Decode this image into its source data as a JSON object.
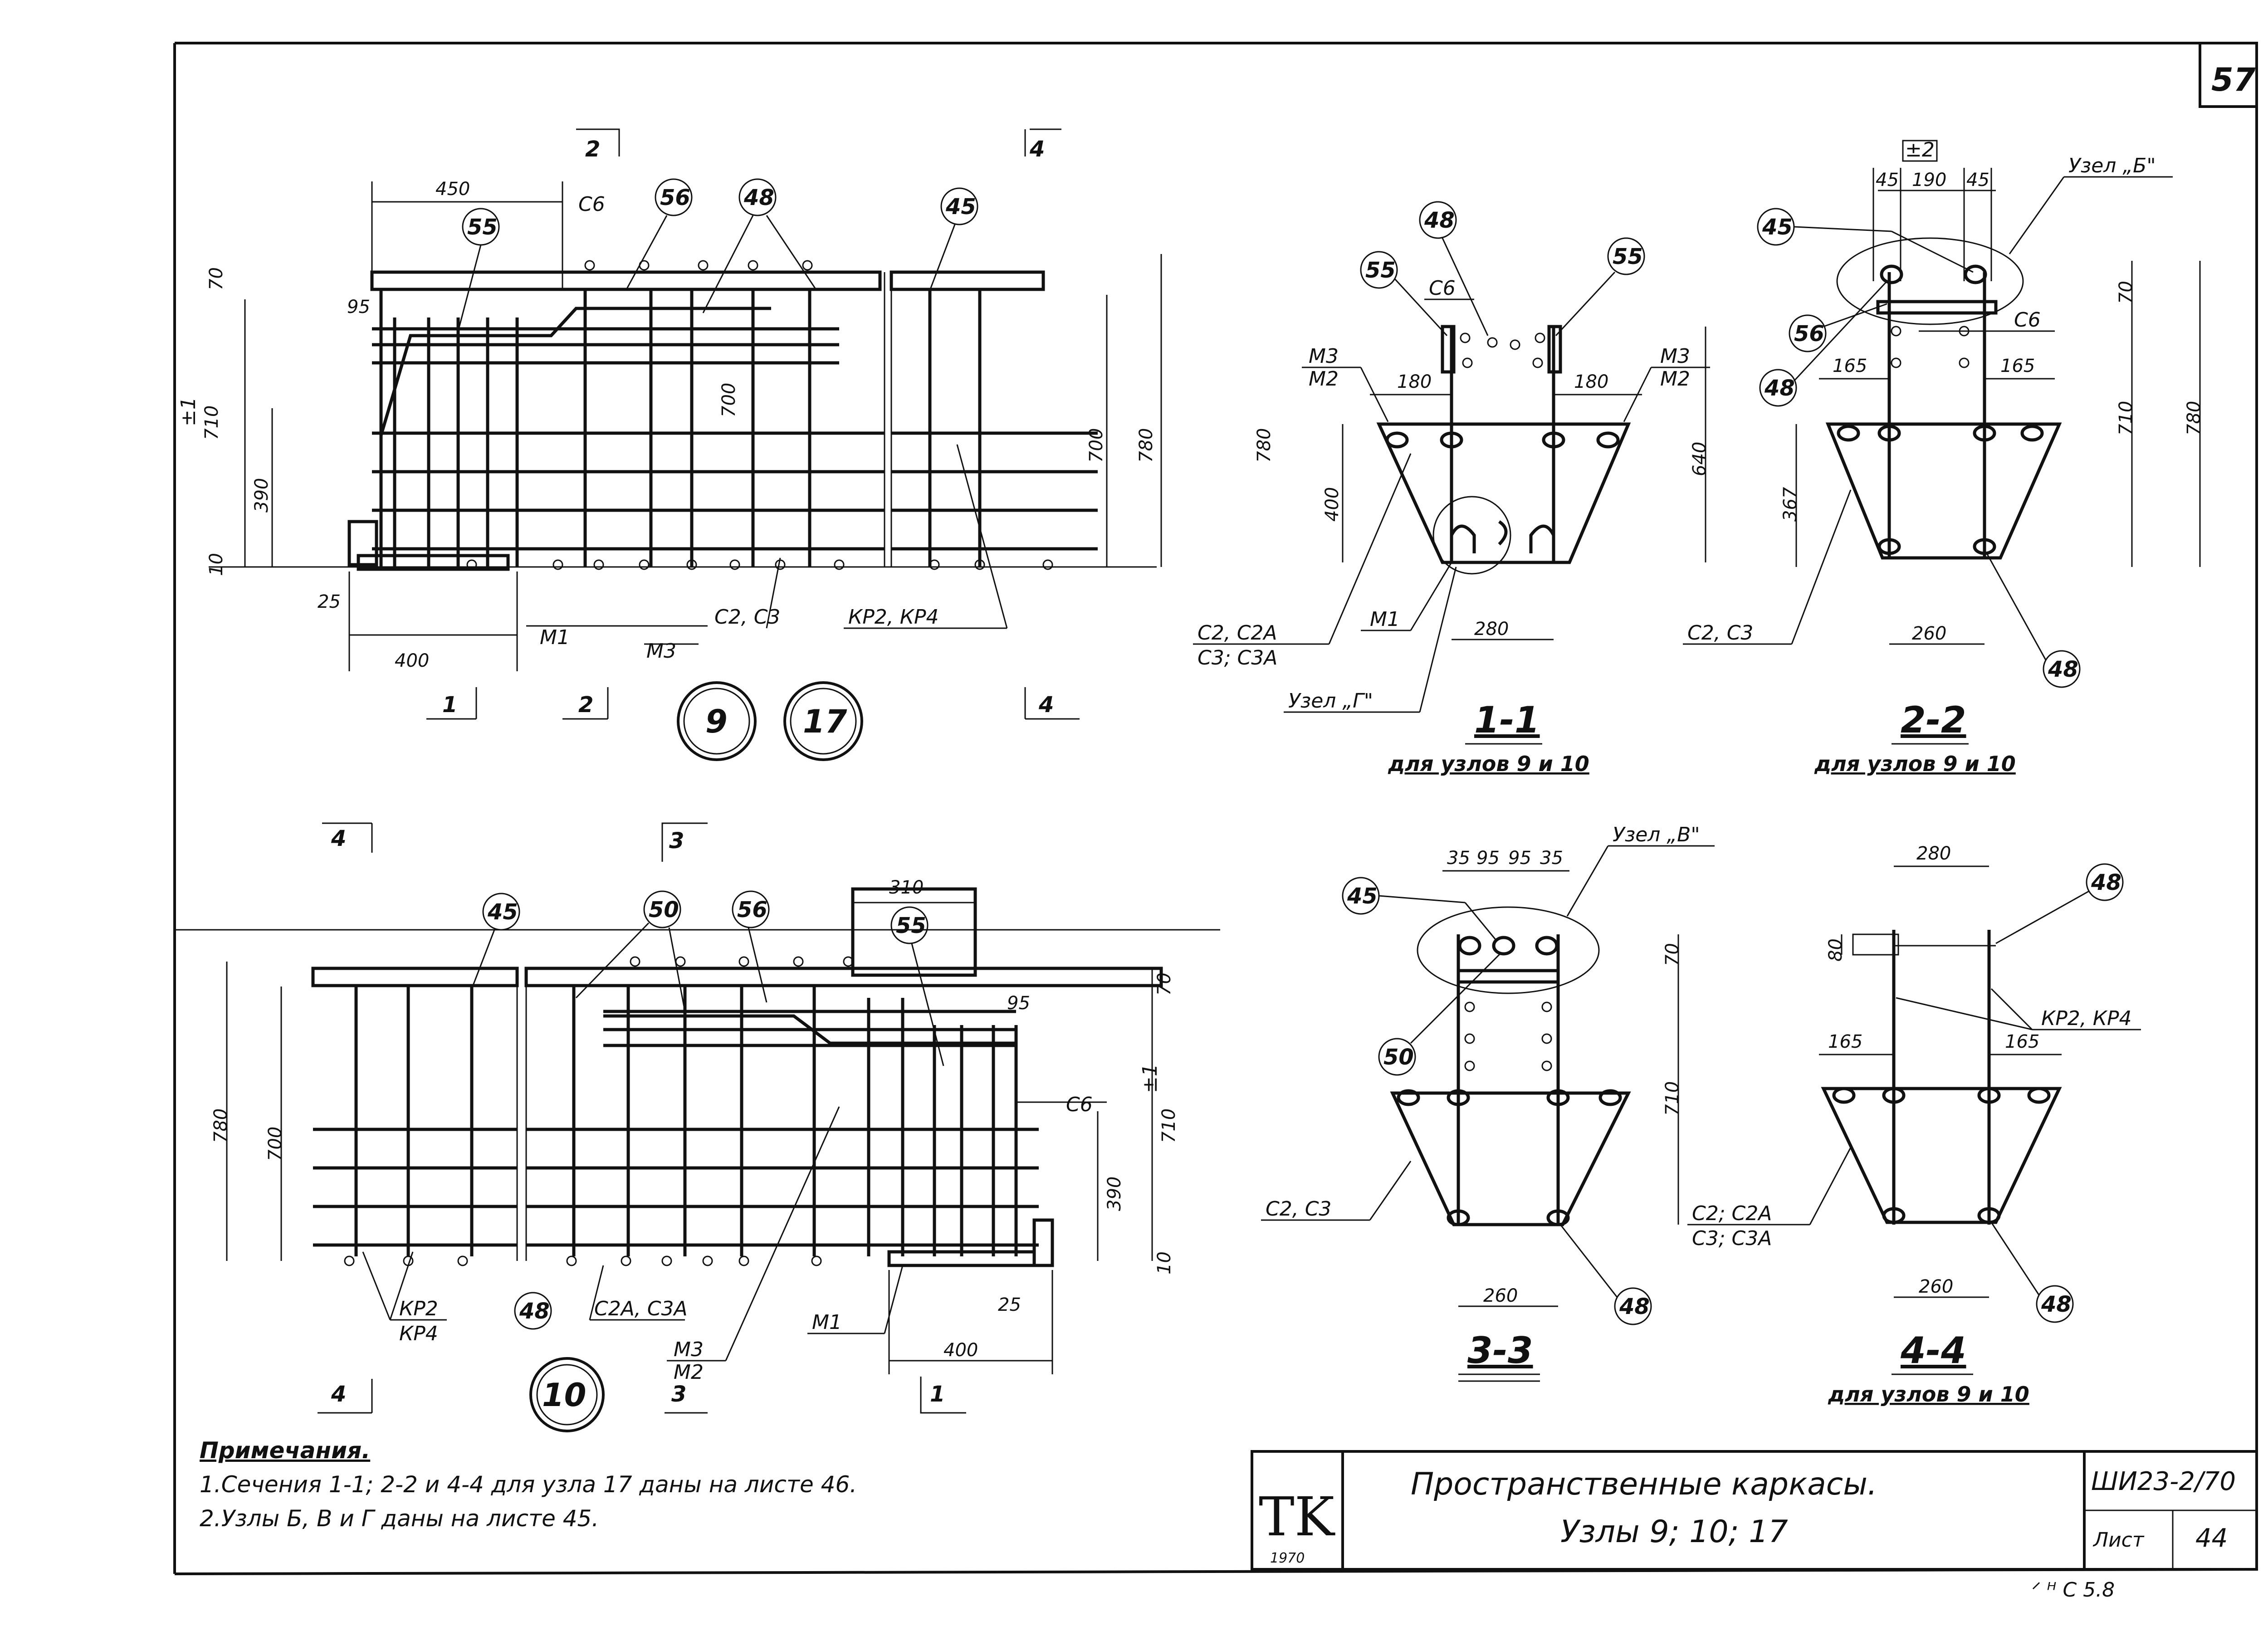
{
  "sheet": {
    "number": "57",
    "corner_note": "ᐟ ᴴ C  5.8"
  },
  "title_block": {
    "logo": "TK",
    "logo_year": "1970",
    "title_line1": "Пространственные каркасы.",
    "title_line2": "Узлы 9; 10; 17",
    "code": "ШИ23-2/70",
    "sheet_label": "Лист",
    "sheet_value": "44"
  },
  "notes": {
    "header": "Примечания.",
    "items": [
      "1.Сечения 1-1; 2-2 и 4-4 для узла 17 даны на листе 46.",
      "2.Узлы Б, В и Г даны на листе 45."
    ]
  },
  "node_9_17": {
    "labels": [
      "9",
      "17"
    ],
    "dims": [
      "450",
      "95",
      "70",
      "710",
      "390",
      "10",
      "25",
      "400",
      "700",
      "780",
      "700",
      "780"
    ],
    "parts": [
      "55",
      "56",
      "48",
      "45",
      "С6",
      "М1",
      "М3",
      "С2, С3",
      "КР2, КР4"
    ],
    "cuts": [
      "1",
      "2",
      "2",
      "4",
      "4"
    ],
    "level_mark": "±1"
  },
  "node_10": {
    "label": "10",
    "dims": [
      "310",
      "95",
      "70",
      "710",
      "390",
      "10",
      "25",
      "400",
      "780",
      "700"
    ],
    "parts": [
      "45",
      "50",
      "56",
      "55",
      "С6",
      "48",
      "КР2",
      "КР4",
      "С2А, С3А",
      "М3",
      "М2",
      "М1"
    ],
    "cuts": [
      "3",
      "3",
      "4",
      "4",
      "1"
    ],
    "level_mark": "±1"
  },
  "sections": {
    "s11": {
      "title": "1-1",
      "subtitle": "для узлов 9 и 10",
      "dims": [
        "180",
        "180",
        "640",
        "400",
        "280"
      ],
      "parts": [
        "48",
        "55",
        "55",
        "С6",
        "М3",
        "М2",
        "М3",
        "М2",
        "М1"
      ],
      "parts_sub": [
        "С2, С2А",
        "С3; С3А"
      ],
      "node_ref": "Узел „Г\""
    },
    "s22": {
      "title": "2-2",
      "subtitle": "для узлов 9 и 10",
      "dims": [
        "45",
        "190",
        "45",
        "70",
        "165",
        "165",
        "710",
        "780",
        "367",
        "260"
      ],
      "parts": [
        "45",
        "56",
        "48",
        "С6",
        "С2, С3",
        "48"
      ],
      "node_ref": "Узел „Б\"",
      "level_mark": "±2"
    },
    "s33": {
      "title": "3-3",
      "dims": [
        "35",
        "95",
        "95",
        "35",
        "70",
        "710",
        "260"
      ],
      "parts": [
        "45",
        "50",
        "С2, С3",
        "48"
      ],
      "node_ref": "Узел „В\""
    },
    "s44": {
      "title": "4-4",
      "subtitle": "для узлов 9 и 10",
      "dims": [
        "280",
        "80",
        "165",
        "165",
        "260"
      ],
      "parts": [
        "48",
        "КР2, КР4",
        "48"
      ],
      "parts_sub": [
        "С2; С2А",
        "С3; С3А"
      ]
    }
  }
}
